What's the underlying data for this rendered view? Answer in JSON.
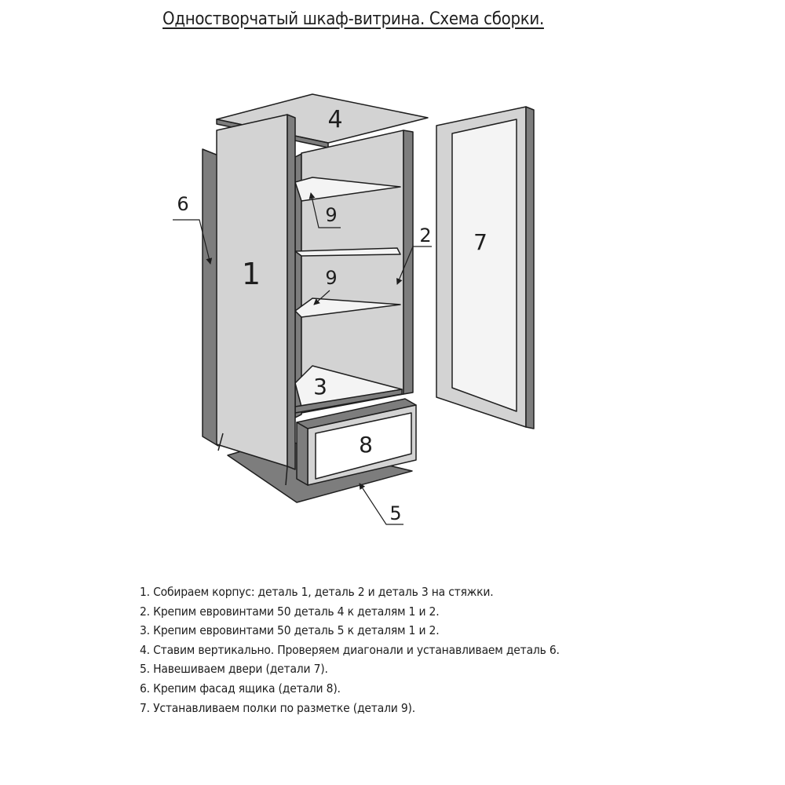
{
  "title": "Одностворчатый шкаф-витрина. Схема сборки.",
  "labels": {
    "part_1": "1",
    "part_2": "2",
    "part_3": "3",
    "part_4": "4",
    "part_5": "5",
    "part_6": "6",
    "part_7": "7",
    "part_8": "8",
    "part_9_upper": "9",
    "part_9_lower": "9"
  },
  "steps": [
    "1. Собираем корпус: деталь 1, деталь 2 и деталь 3 на стяжки.",
    "2. Крепим евровинтами 50 деталь 4 к деталям 1 и 2.",
    "3. Крепим евровинтами 50  деталь 5 к деталям 1 и 2.",
    "4. Ставим вертикально. Проверяем диагонали и устанавливаем деталь 6.",
    "5. Навешиваем двери (детали 7).",
    "6. Крепим фасад ящика (детали 8).",
    "7. Устанавливаем полки по разметке (детали 9)."
  ],
  "colors": {
    "panel_fill": "#d3d3d3",
    "panel_dark": "#7d7d7d",
    "shelf_fill": "#f4f4f4",
    "line": "#1e1e1e"
  }
}
